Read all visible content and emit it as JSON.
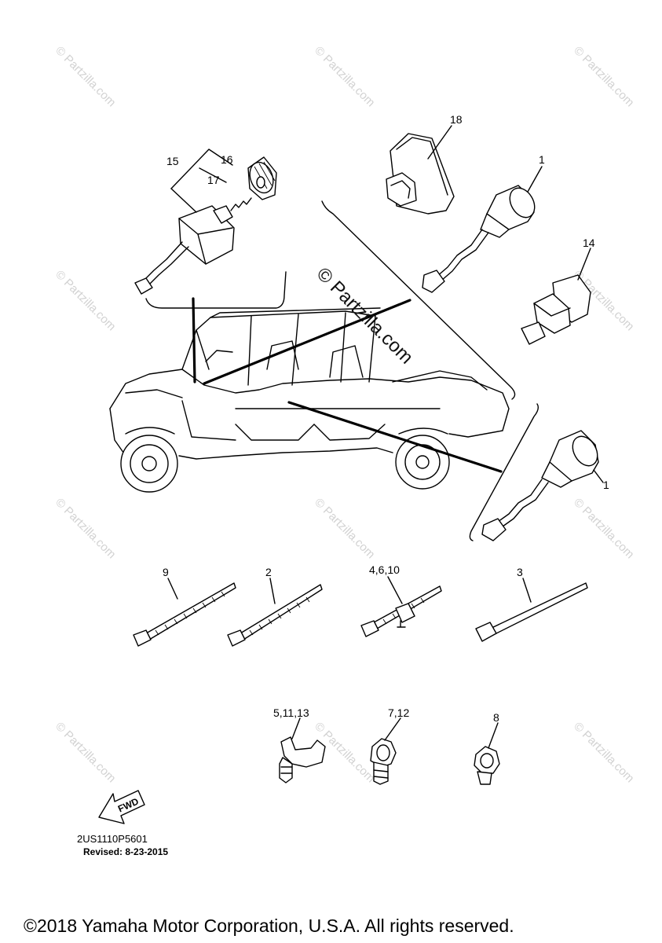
{
  "callouts": {
    "c18": "18",
    "c1a": "1",
    "c15": "15",
    "c16": "16",
    "c17": "17",
    "c14": "14",
    "c1b": "1",
    "c9": "9",
    "c2": "2",
    "c4_6_10": "4,6,10",
    "c3": "3",
    "c5_11_13": "5,11,13",
    "c7_12": "7,12",
    "c8": "8"
  },
  "fwd_label": "FWD",
  "diagram_code": "2US1110P5601",
  "revised": "Revised: 8-23-2015",
  "watermark": "© Partzilla.com",
  "copyright": "©2018 Yamaha Motor Corporation, U.S.A. All rights reserved."
}
